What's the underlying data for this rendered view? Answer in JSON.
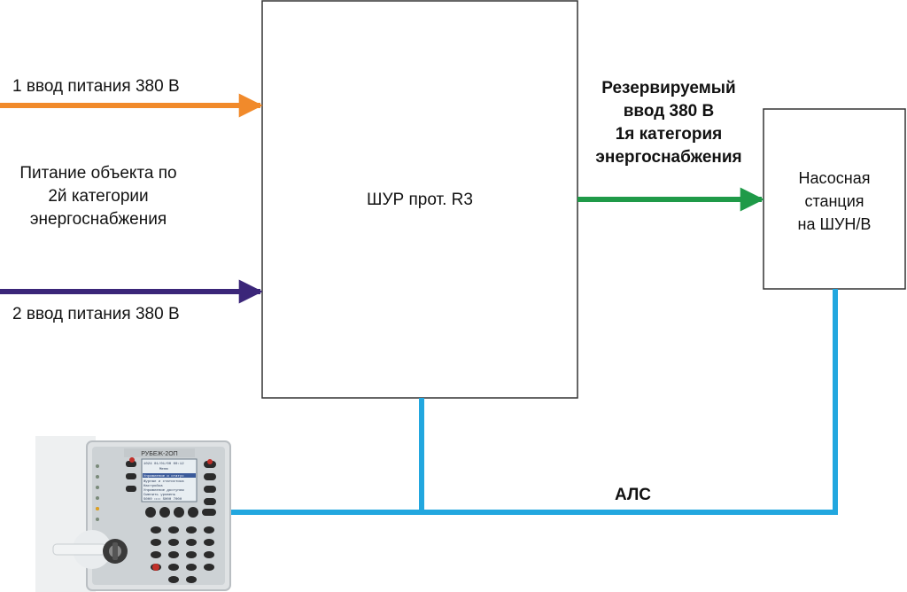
{
  "colors": {
    "input1": "#f18a2b",
    "input2": "#3b2679",
    "reserve": "#1f9a48",
    "als": "#22a7df",
    "box_border": "#333333"
  },
  "inputs": {
    "input1_label": "1 ввод питания 380 В",
    "input2_label": "2 ввод питания 380 В",
    "object_power": [
      "Питание объекта по",
      "2й категории",
      "энергоснабжения"
    ]
  },
  "main_box": {
    "label": "ШУР прот. R3"
  },
  "reserve_input": [
    "Резервируемый",
    "ввод 380 В",
    "1я категория",
    "энергоснабжения"
  ],
  "pump_station": {
    "label": [
      "Насосная",
      "станция",
      "на ШУН/В"
    ]
  },
  "als": {
    "label": "АЛС"
  },
  "device": {
    "brand": "РУБЕЖ-2ОП",
    "screen_lines": [
      "1024 01/01/00 00:12",
      "Меню",
      "Управление и статус",
      "Журнал и статистика",
      "Настройка",
      "Управление доступом",
      "Сменить уровень",
      "S000 ☐☐☐ S000 7000"
    ],
    "icons": [
      "device-panel-icon",
      "key-lock-icon"
    ]
  }
}
